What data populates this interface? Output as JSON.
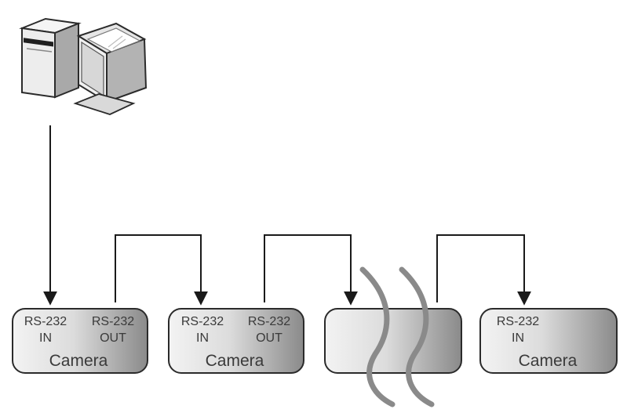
{
  "diagram": {
    "cameras": [
      {
        "port_left_top": "RS-232",
        "port_left_bottom": "IN",
        "port_right_top": "RS-232",
        "port_right_bottom": "OUT",
        "label": "Camera"
      },
      {
        "port_left_top": "RS-232",
        "port_left_bottom": "IN",
        "port_right_top": "RS-232",
        "port_right_bottom": "OUT",
        "label": "Camera"
      },
      {
        "port_left_top": "RS-232",
        "port_left_bottom": "IN",
        "label": "Camera"
      }
    ],
    "colors": {
      "box_fill_light": "#f2f2f2",
      "box_fill_dark": "#8c8c8c",
      "box_stroke": "#2b2b2b",
      "wire": "#1a1a1a",
      "break_mark": "#8a8a8a",
      "text": "#3a3a3a"
    },
    "icons": {
      "computer": "desktop-computer-icon"
    }
  }
}
